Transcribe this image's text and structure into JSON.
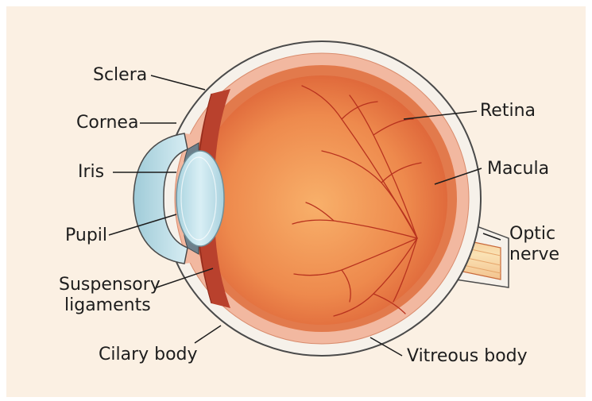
{
  "labels": {
    "sclera": "Sclera",
    "cornea": "Cornea",
    "iris": "Iris",
    "pupil": "Pupil",
    "suspensory_line1": "Suspensory",
    "suspensory_line2": "ligaments",
    "ciliary_body": "Cilary body",
    "retina": "Retina",
    "macula": "Macula",
    "optic_line1": "Optic",
    "optic_line2": "nerve",
    "vitreous_body": "Vitreous body"
  },
  "colors": {
    "background": "#fbf0e3",
    "sclera": "#f6f1ea",
    "sclera_outline": "#4a4a4a",
    "choroid": "#f2b8a0",
    "retina": "#e27a4c",
    "vitreous_center": "#f6a35e",
    "vitreous_edge": "#de5c32",
    "ciliary": "#b9412d",
    "cornea": "#bfe0ea",
    "lens": "#c7e6ef",
    "iris": "#6d7f8a",
    "vessels": "#b8321e",
    "optic_nerve": "#f6d29a",
    "leader_lines": "#1d1d1d"
  }
}
